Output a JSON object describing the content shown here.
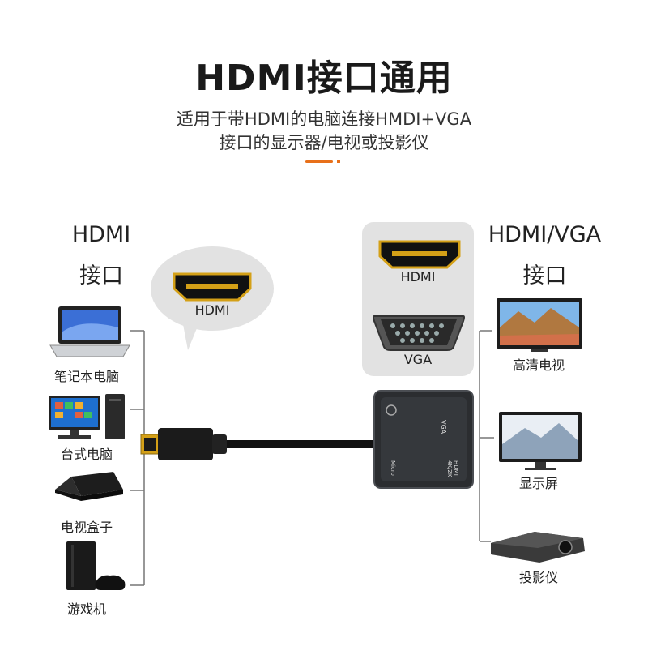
{
  "title": "HDMI接口通用",
  "subtitle_line1": "适用于带HDMI的电脑连接HMDI+VGA",
  "subtitle_line2": "接口的显示器/电视或投影仪",
  "left": {
    "heading_line1": "HDMI",
    "heading_line2": "接口",
    "bubble_label": "HDMI",
    "devices": [
      {
        "label": "笔记本电脑",
        "icon": "laptop-icon"
      },
      {
        "label": "台式电脑",
        "icon": "desktop-pc-icon"
      },
      {
        "label": "电视盒子",
        "icon": "tv-box-icon"
      },
      {
        "label": "游戏机",
        "icon": "game-console-icon"
      }
    ]
  },
  "right": {
    "heading_line1": "HDMI/VGA",
    "heading_line2": "接口",
    "port_hdmi_label": "HDMI",
    "port_vga_label": "VGA",
    "devices": [
      {
        "label": "高清电视",
        "icon": "hdtv-icon"
      },
      {
        "label": "显示屏",
        "icon": "monitor-icon"
      },
      {
        "label": "投影仪",
        "icon": "projector-icon"
      }
    ]
  },
  "adapter": {
    "vga_side_label": "VGA",
    "hdmi_side_label": "HDMI",
    "hdmi_side_sublabel": "4K/2K",
    "usb_side_label": "Micro"
  },
  "colors": {
    "accent": "#e8701a",
    "bubble": "#e2e2e2",
    "gold": "#d4a017",
    "line": "#555555"
  }
}
